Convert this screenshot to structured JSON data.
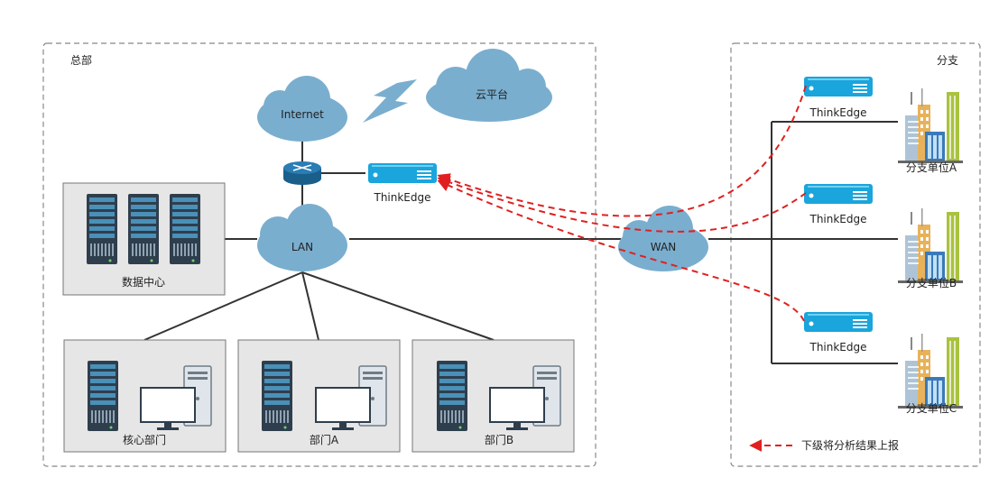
{
  "regions": {
    "hq": "总部",
    "branch": "分支"
  },
  "clouds": {
    "internet": "Internet",
    "cloud_platform": "云平台",
    "lan": "LAN",
    "wan": "WAN"
  },
  "nodes": {
    "hq_thinkedge": "ThinkEdge",
    "branch_thinkedge_a": "ThinkEdge",
    "branch_thinkedge_b": "ThinkEdge",
    "branch_thinkedge_c": "ThinkEdge"
  },
  "boxes": {
    "datacenter": "数据中心",
    "core_dept": "核心部门",
    "dept_a": "部门A",
    "dept_b": "部门B"
  },
  "branches": {
    "a": "分支单位A",
    "b": "分支单位B",
    "c": "分支单位C"
  },
  "legend": {
    "label": "下级将分析结果上报"
  },
  "colors": {
    "cloud": "#7aaecf",
    "device": "#1aa5dc",
    "report_arrow": "#e02020",
    "line": "#333333",
    "box_fill": "#e6e6e6"
  }
}
